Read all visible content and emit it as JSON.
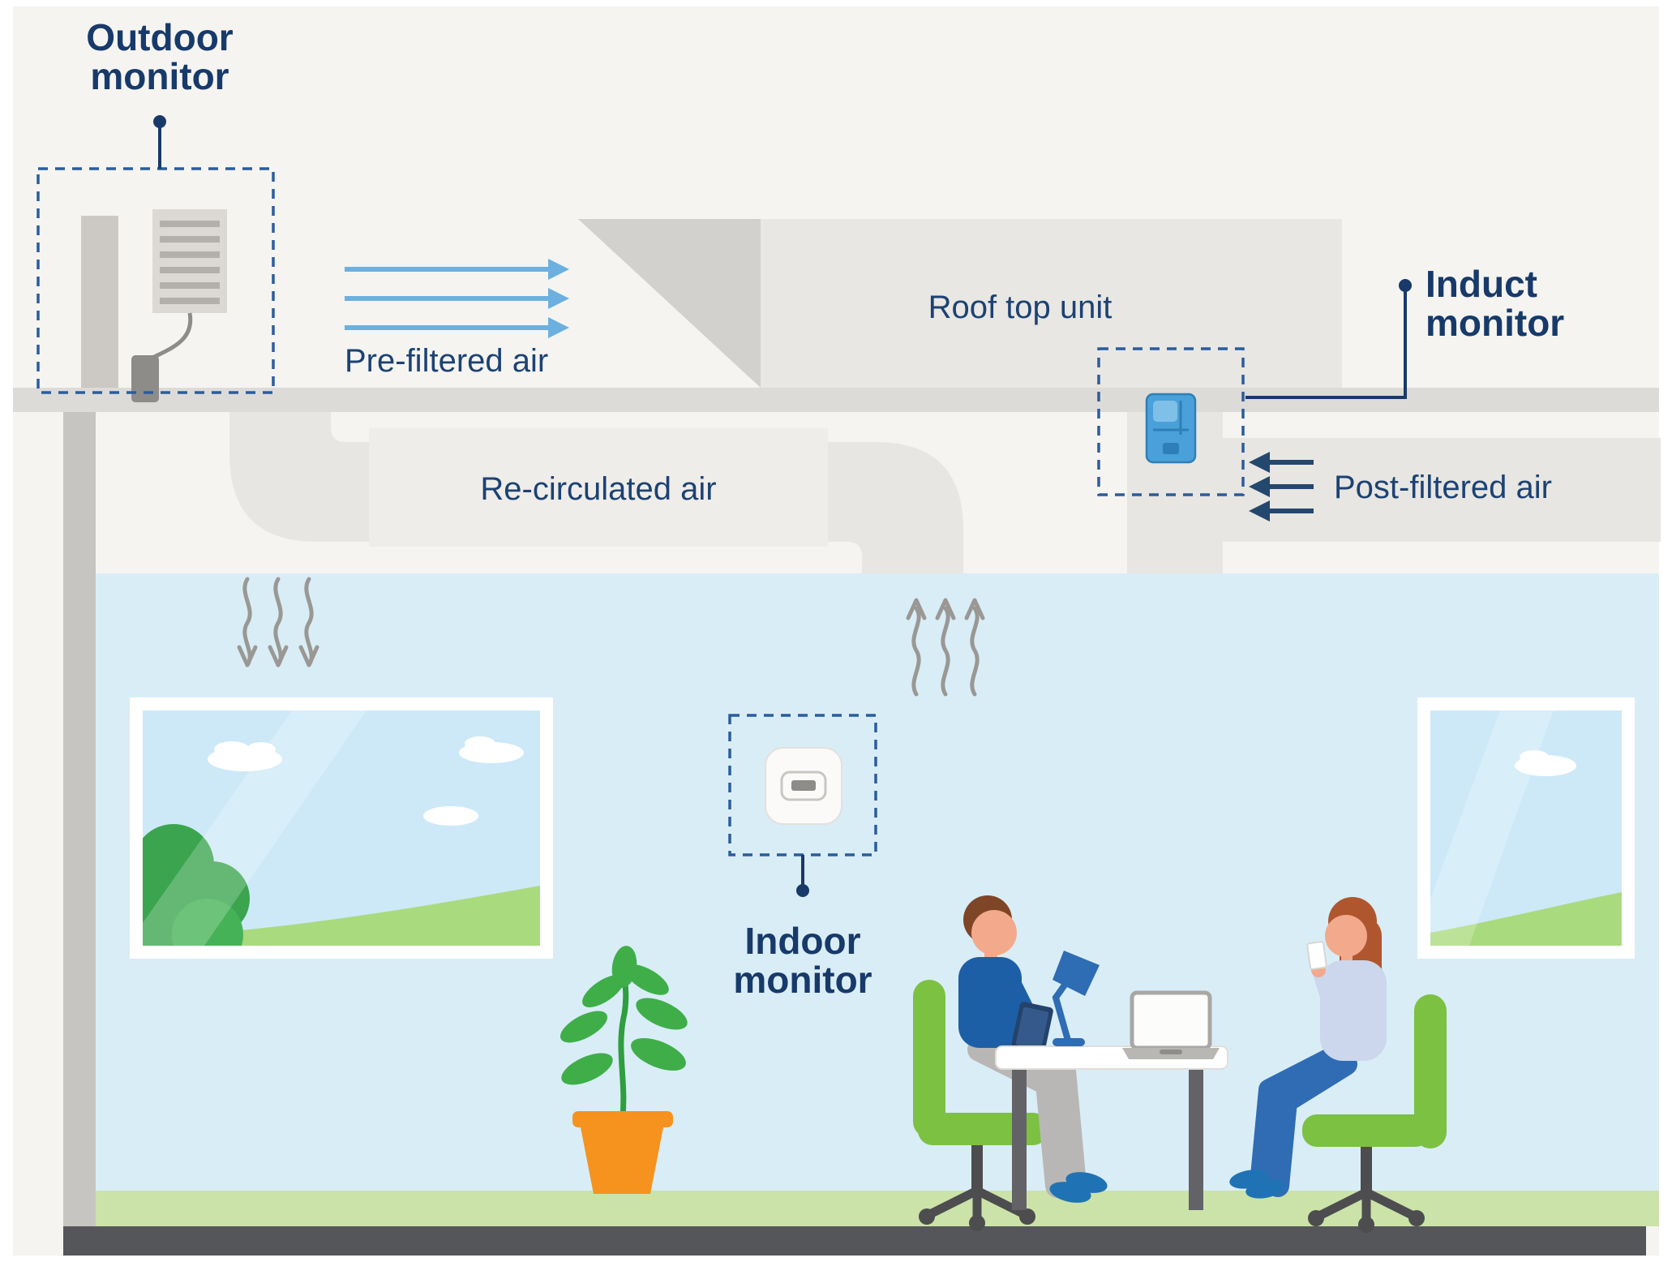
{
  "diagram": {
    "labels": {
      "outdoor_monitor": [
        "Outdoor",
        "monitor"
      ],
      "induct_monitor": [
        "Induct",
        "monitor"
      ],
      "indoor_monitor": [
        "Indoor",
        "monitor"
      ],
      "pre_filtered_air": "Pre-filtered air",
      "roof_top_unit": "Roof top unit",
      "re_circulated_air": "Re-circulated air",
      "post_filtered_air": "Post-filtered air"
    },
    "colors": {
      "label_navy": "#173a6a",
      "dashed_box_blue": "#2b5c9c",
      "prefiltered_arrow_blue": "#6cb0e0",
      "postfiltered_arrow_navy": "#24476e",
      "duct_gray": "#e8e6e2",
      "roof_band_gray": "#dddbd7",
      "rooftop_unit_gray": "#e9e7e3",
      "rooftop_unit_shadow_gray": "#d3d1cd",
      "background_gray": "#f5f4f1",
      "room_blue": "#d9edf7",
      "floor_green": "#cbe3a8",
      "floor_dark_gray": "#55565a",
      "induct_device_blue": "#4aa0d8",
      "plant_pot_orange": "#f6921e",
      "plant_leaf_green": "#3fae49",
      "chair_green": "#7cc142",
      "window_sky_blue": "#cde9f8",
      "window_hill_green": "#a9da7e",
      "window_bush_green": "#3aa54e"
    }
  }
}
